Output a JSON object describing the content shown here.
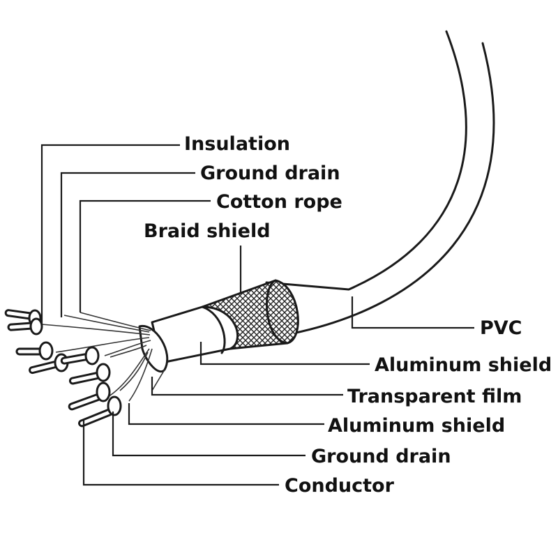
{
  "labels": {
    "insulation": "Insulation",
    "ground_drain_top": "Ground drain",
    "cotton_rope": "Cotton rope",
    "braid_shield": "Braid shield",
    "pvc": "PVC",
    "aluminum_shield_outer": "Aluminum shield",
    "transparent_film": "Transparent film",
    "aluminum_shield_inner": "Aluminum shield",
    "ground_drain_bottom": "Ground drain",
    "conductor": "Conductor"
  },
  "colors": {
    "outline": "#1a1a1a",
    "fill": "#ffffff"
  }
}
